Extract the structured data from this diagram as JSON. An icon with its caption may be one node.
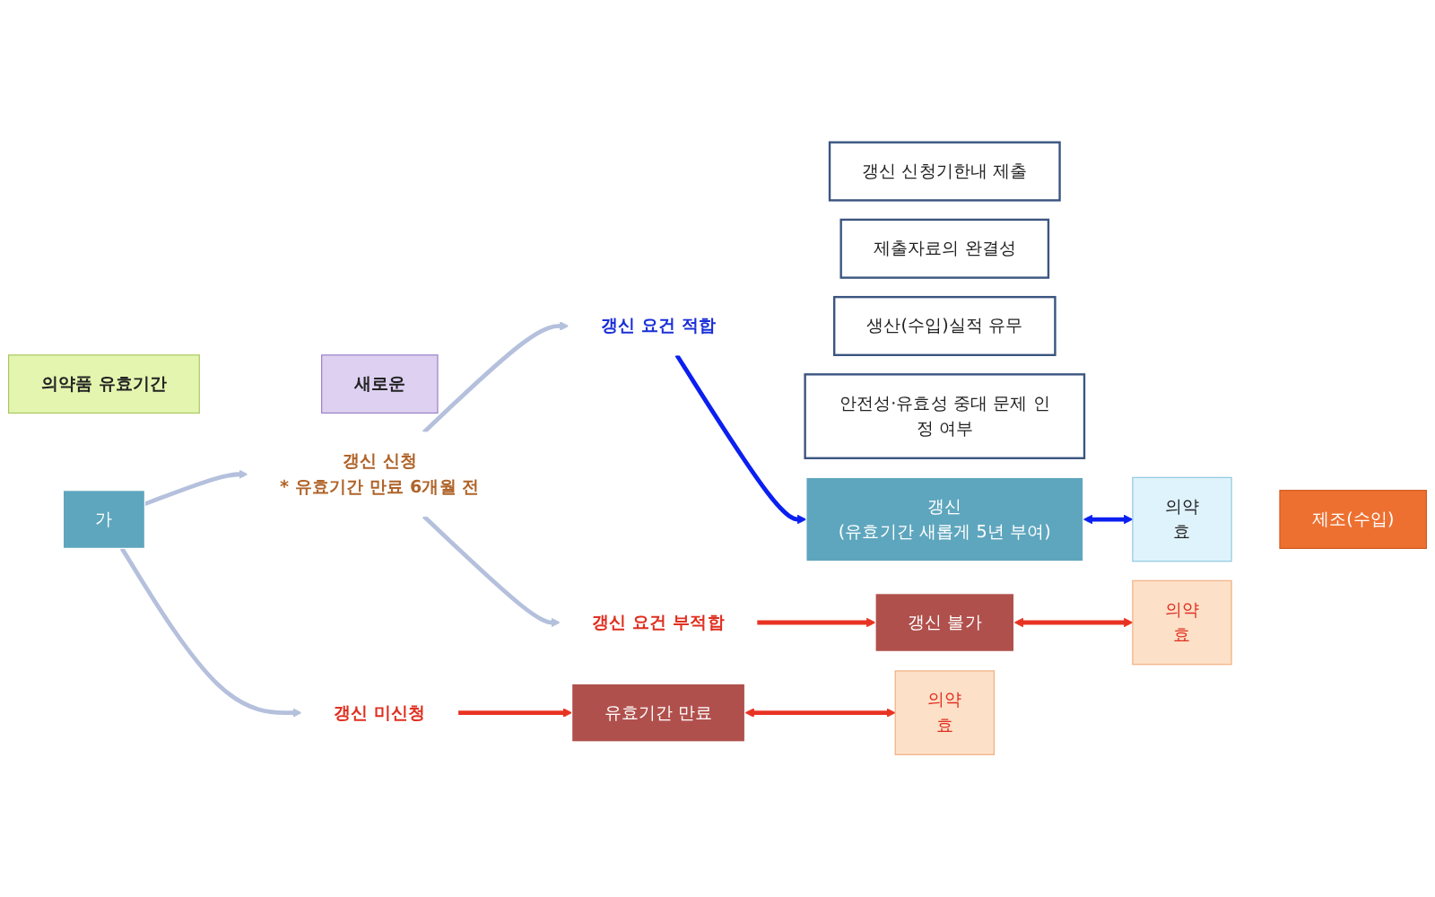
{
  "diagram": {
    "nodes": [
      {
        "text": [
          "의약품 유효기간"
        ]
      },
      {
        "text": [
          "새로운"
        ]
      },
      {
        "text": [
          "가"
        ]
      },
      {
        "text": [
          "갱신 신청",
          "* 유효기간 만료 6개월 전"
        ]
      },
      {
        "text": [
          "갱신 요건 적합"
        ]
      },
      {
        "text": [
          "갱신 신청기한내 제출"
        ]
      },
      {
        "text": [
          "제출자료의 완결성"
        ]
      },
      {
        "text": [
          "생산(수입)실적 유무"
        ]
      },
      {
        "text": [
          "안전성·유효성 중대 문제 인정 여부"
        ]
      },
      {
        "text": [
          "갱신 요건 부적합"
        ]
      },
      {
        "text": [
          "갱신 미신청"
        ]
      },
      {
        "text": [
          "갱신",
          "(유효기간 새롭게 5년 부여)"
        ]
      },
      {
        "text": [
          "갱신 불가"
        ]
      },
      {
        "text": [
          "유효기간 만료"
        ]
      },
      {
        "text": [
          "의약",
          "효"
        ]
      },
      {
        "text": [
          "제조(수입)"
        ]
      },
      {
        "text": [
          "의약",
          "효"
        ]
      },
      {
        "text": [
          "의약",
          "효"
        ]
      }
    ],
    "edges": [
      {
        "from": 2,
        "to": 3,
        "arrow": "to",
        "color": "#b4c0dc"
      },
      {
        "from": 3,
        "to": 4,
        "arrow": "to",
        "color": "#b4c0dc"
      },
      {
        "from": 3,
        "to": 9,
        "arrow": "to",
        "color": "#b4c0dc"
      },
      {
        "from": 2,
        "to": 10,
        "arrow": "to",
        "color": "#b4c0dc"
      },
      {
        "from": 4,
        "to": 11,
        "arrow": "to",
        "color": "#0a1ff0"
      },
      {
        "from": 9,
        "to": 12,
        "arrow": "to",
        "color": "#e83323"
      },
      {
        "from": 10,
        "to": 13,
        "arrow": "to",
        "color": "#e83323"
      },
      {
        "from": 11,
        "to": 14,
        "arrow": "both",
        "color": "#0a1ff0"
      },
      {
        "from": 12,
        "to": 16,
        "arrow": "both",
        "color": "#e83323"
      },
      {
        "from": 13,
        "to": 17,
        "arrow": "both",
        "color": "#e83323"
      }
    ]
  }
}
